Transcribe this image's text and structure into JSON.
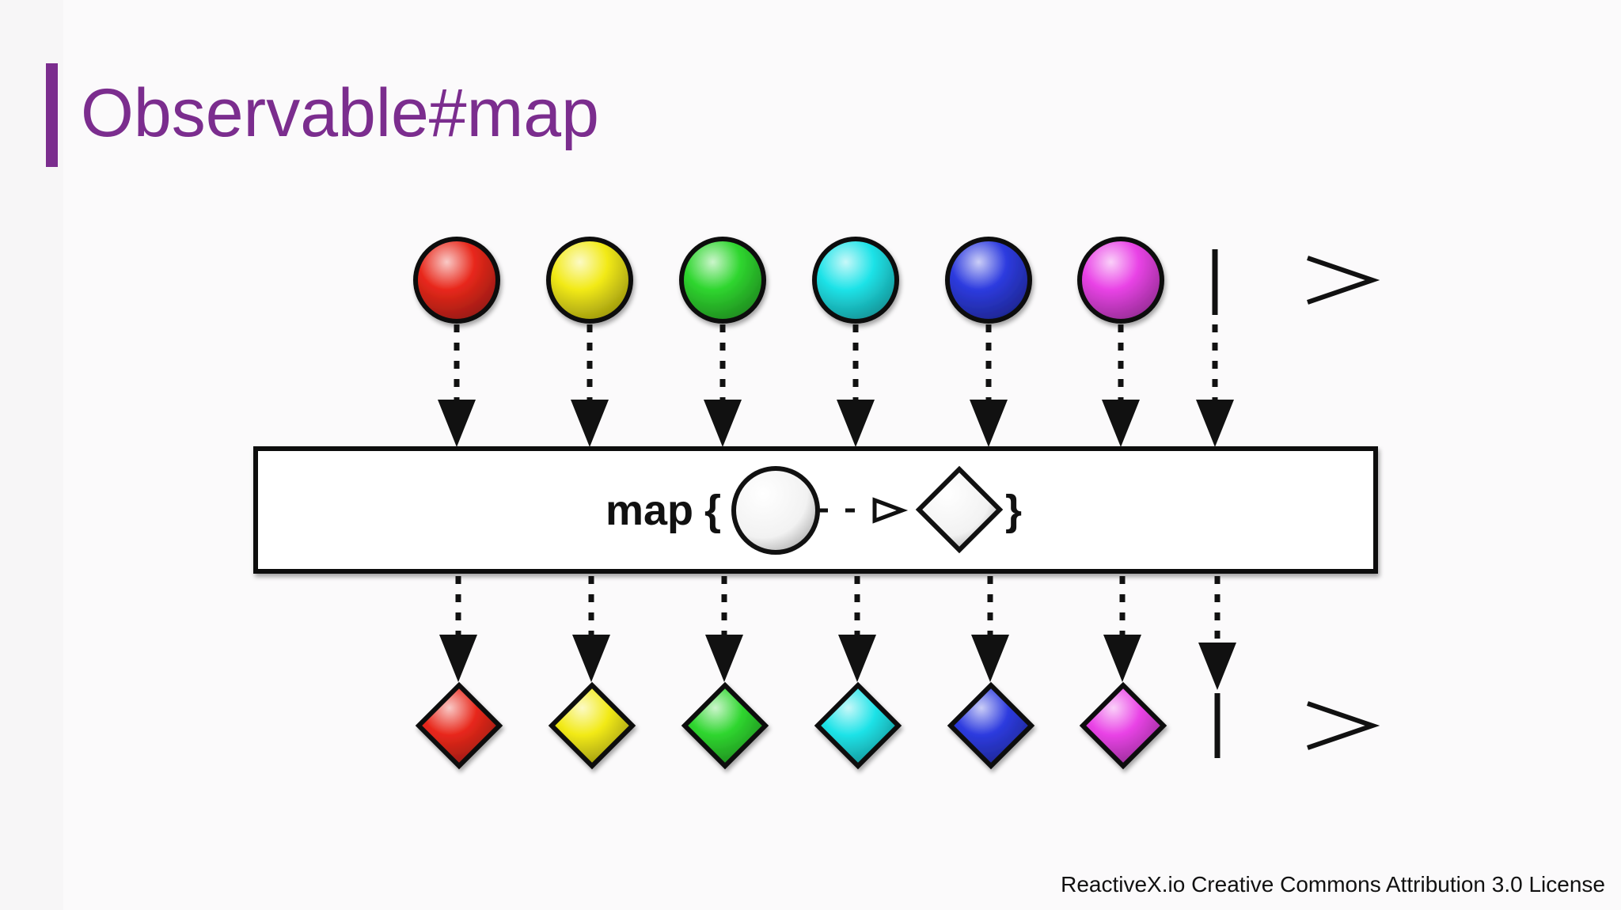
{
  "slide": {
    "title": "Observable#map",
    "accent_color": "#7b2d8e",
    "credit": "ReactiveX.io Creative Commons Attribution 3.0 License"
  },
  "diagram": {
    "operator": {
      "keyword": "map",
      "open_brace": "{",
      "close_brace": "}",
      "input_shape": "circle",
      "arrow_icon": "dashed-arrow-right-icon",
      "output_shape": "diamond"
    },
    "input_timeline": {
      "item_shape": "circle",
      "items": [
        {
          "color": "#e8281b"
        },
        {
          "color": "#f2ea17"
        },
        {
          "color": "#2fd62f"
        },
        {
          "color": "#1fe3e8"
        },
        {
          "color": "#2d3bdf"
        },
        {
          "color": "#e943e6"
        }
      ],
      "terminates": true
    },
    "output_timeline": {
      "item_shape": "diamond",
      "items": [
        {
          "color": "#e8281b"
        },
        {
          "color": "#f2ea17"
        },
        {
          "color": "#2fd62f"
        },
        {
          "color": "#1fe3e8"
        },
        {
          "color": "#2d3bdf"
        },
        {
          "color": "#e943e6"
        }
      ],
      "terminates": true
    }
  }
}
